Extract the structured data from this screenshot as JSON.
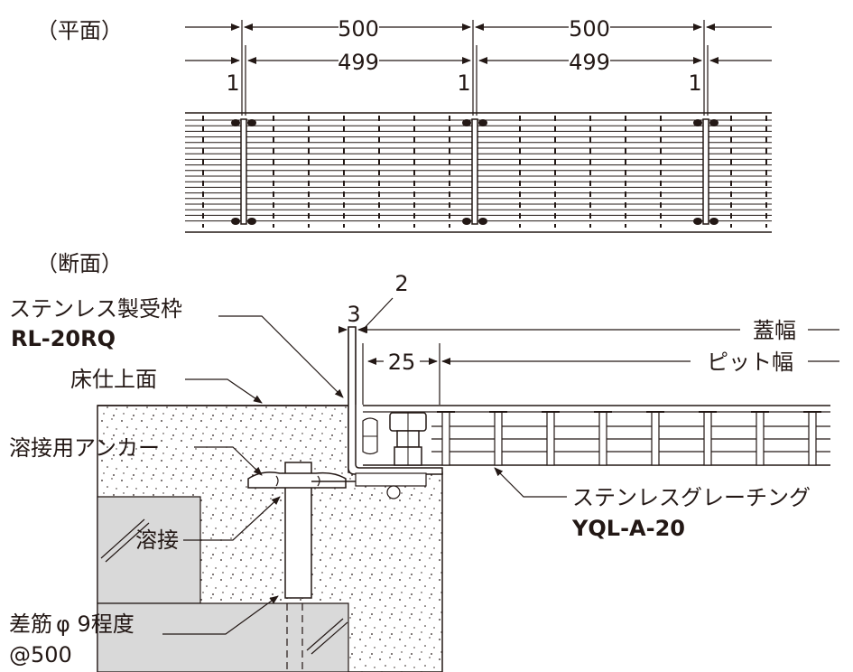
{
  "plan": {
    "heading": "（平面）",
    "dims": {
      "spacing_a": "500",
      "spacing_b": "500",
      "clear_a": "499",
      "clear_b": "499",
      "gap_a": "1",
      "gap_b": "1",
      "gap_c": "1"
    }
  },
  "section": {
    "heading": "（断面）",
    "dims": {
      "gap_2": "2",
      "gap_3": "3",
      "dim_25": "25",
      "lid_width": "蓋幅",
      "pit_width": "ピット幅"
    },
    "labels": {
      "frame_name": "ステンレス製受枠",
      "frame_code": "RL-20RQ",
      "floor_level": "床仕上面",
      "anchor": "溶接用アンカー",
      "weld": "溶接",
      "rebar_line1": "差筋",
      "rebar_line2": "@500",
      "rebar_spec": "φ 9程度",
      "grating_name": "ステンレスグレーチング",
      "grating_code": "YQL-A-20"
    }
  },
  "colors": {
    "ink": "#231815",
    "concrete_block": "#d9d9d9",
    "background": "#ffffff"
  }
}
